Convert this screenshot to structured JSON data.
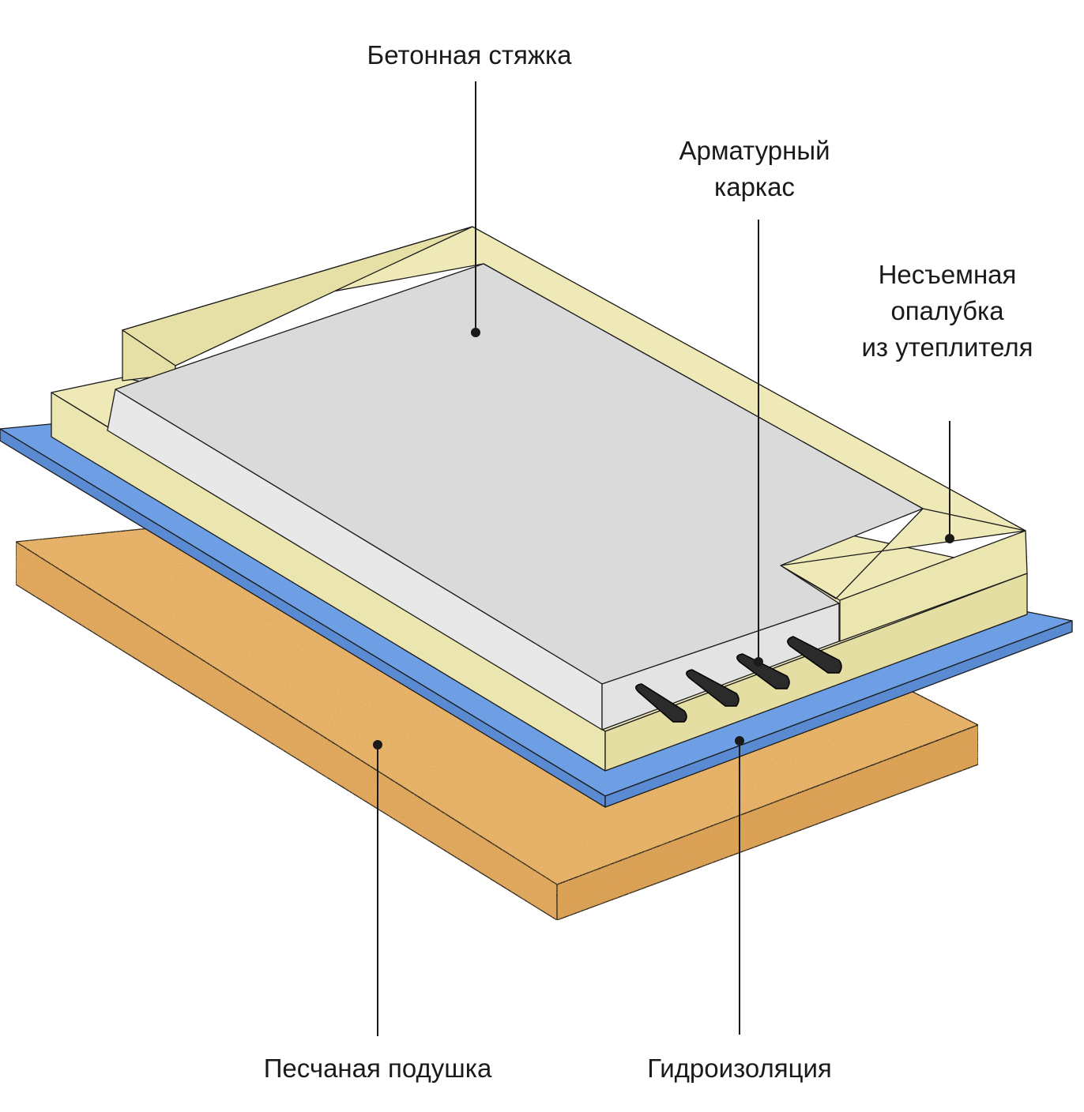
{
  "diagram": {
    "labels": {
      "screed": "Бетонная стяжка",
      "rebar": [
        "Арматурный",
        "каркас"
      ],
      "formwork": [
        "Несъемная",
        "опалубка",
        "из утеплителя"
      ],
      "sand": "Песчаная подушка",
      "waterproofing": "Гидроизоляция"
    },
    "colors": {
      "sand": "#E9B46A",
      "sand_dark": "#D99B4E",
      "membrane": "#6E9FE4",
      "formwork": "#EBE5AF",
      "concrete": "#DADADA",
      "line": "#1A1A1A"
    }
  }
}
